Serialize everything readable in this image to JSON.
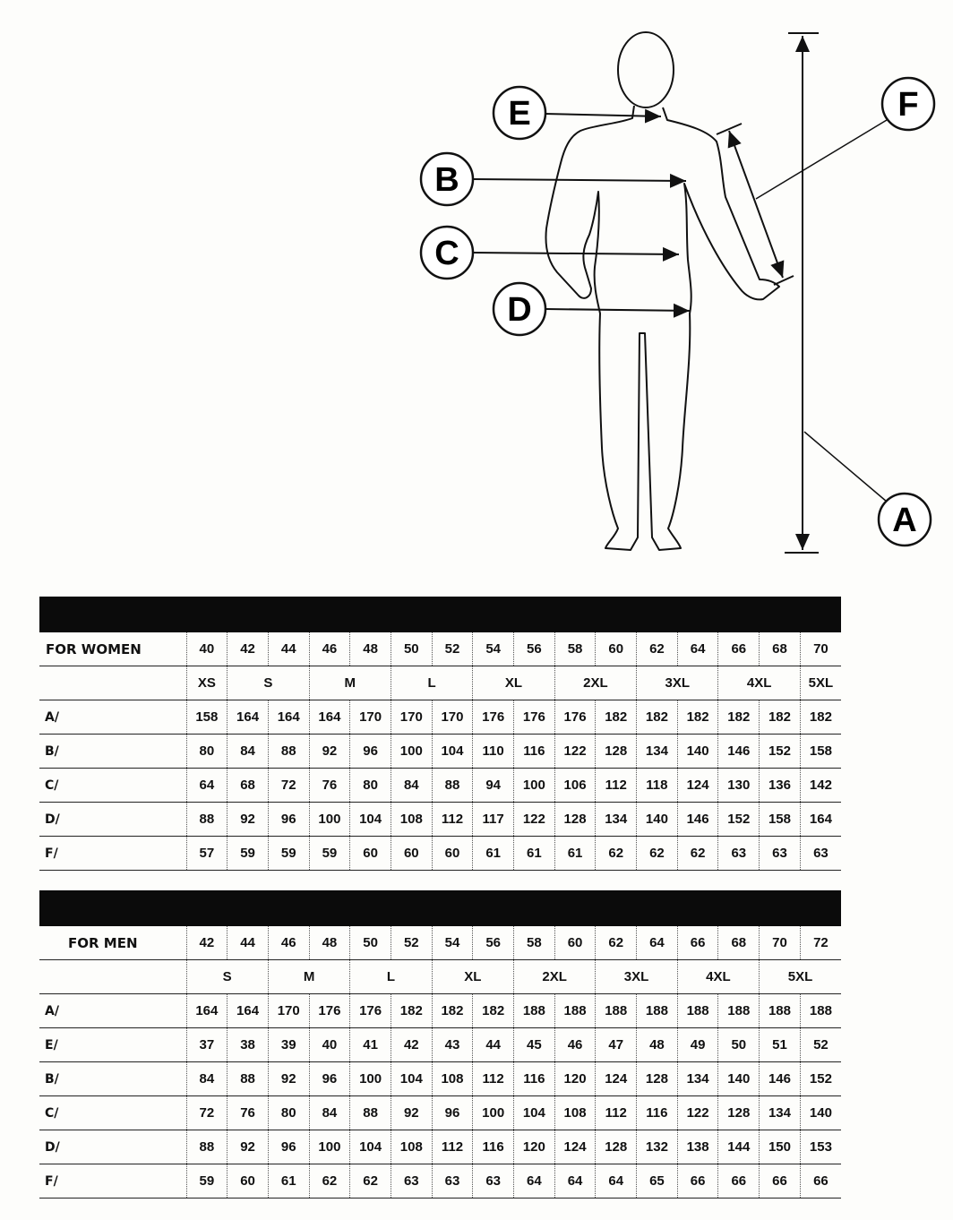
{
  "diagram": {
    "labels": {
      "a": "A",
      "b": "B",
      "c": "C",
      "d": "D",
      "e": "E",
      "f": "F"
    }
  },
  "women": {
    "title": "",
    "header_label": "FOR WOMEN",
    "numbers": [
      "40",
      "42",
      "44",
      "46",
      "48",
      "50",
      "52",
      "54",
      "56",
      "58",
      "60",
      "62",
      "64",
      "66",
      "68",
      "70"
    ],
    "sizes": [
      {
        "label": "XS",
        "span": 1
      },
      {
        "label": "S",
        "span": 2
      },
      {
        "label": "M",
        "span": 2
      },
      {
        "label": "L",
        "span": 2
      },
      {
        "label": "XL",
        "span": 2
      },
      {
        "label": "2XL",
        "span": 2
      },
      {
        "label": "3XL",
        "span": 2
      },
      {
        "label": "4XL",
        "span": 2
      },
      {
        "label": "5XL",
        "span": 1
      }
    ],
    "rows": [
      {
        "label": "A/",
        "values": [
          "158",
          "164",
          "164",
          "164",
          "170",
          "170",
          "170",
          "176",
          "176",
          "176",
          "182",
          "182",
          "182",
          "182",
          "182",
          "182"
        ]
      },
      {
        "label": "B/",
        "values": [
          "80",
          "84",
          "88",
          "92",
          "96",
          "100",
          "104",
          "110",
          "116",
          "122",
          "128",
          "134",
          "140",
          "146",
          "152",
          "158"
        ]
      },
      {
        "label": "C/",
        "values": [
          "64",
          "68",
          "72",
          "76",
          "80",
          "84",
          "88",
          "94",
          "100",
          "106",
          "112",
          "118",
          "124",
          "130",
          "136",
          "142"
        ]
      },
      {
        "label": "D/",
        "values": [
          "88",
          "92",
          "96",
          "100",
          "104",
          "108",
          "112",
          "117",
          "122",
          "128",
          "134",
          "140",
          "146",
          "152",
          "158",
          "164"
        ]
      },
      {
        "label": "F/",
        "values": [
          "57",
          "59",
          "59",
          "59",
          "60",
          "60",
          "60",
          "61",
          "61",
          "61",
          "62",
          "62",
          "62",
          "63",
          "63",
          "63"
        ]
      }
    ]
  },
  "men": {
    "title": "",
    "header_label": "FOR MEN",
    "numbers": [
      "42",
      "44",
      "46",
      "48",
      "50",
      "52",
      "54",
      "56",
      "58",
      "60",
      "62",
      "64",
      "66",
      "68",
      "70",
      "72"
    ],
    "sizes": [
      {
        "label": "S",
        "span": 2
      },
      {
        "label": "M",
        "span": 2
      },
      {
        "label": "L",
        "span": 2
      },
      {
        "label": "XL",
        "span": 2
      },
      {
        "label": "2XL",
        "span": 2
      },
      {
        "label": "3XL",
        "span": 2
      },
      {
        "label": "4XL",
        "span": 2
      },
      {
        "label": "5XL",
        "span": 2
      }
    ],
    "rows": [
      {
        "label": "A/",
        "values": [
          "164",
          "164",
          "170",
          "176",
          "176",
          "182",
          "182",
          "182",
          "188",
          "188",
          "188",
          "188",
          "188",
          "188",
          "188",
          "188"
        ]
      },
      {
        "label": "E/",
        "values": [
          "37",
          "38",
          "39",
          "40",
          "41",
          "42",
          "43",
          "44",
          "45",
          "46",
          "47",
          "48",
          "49",
          "50",
          "51",
          "52"
        ]
      },
      {
        "label": "B/",
        "values": [
          "84",
          "88",
          "92",
          "96",
          "100",
          "104",
          "108",
          "112",
          "116",
          "120",
          "124",
          "128",
          "134",
          "140",
          "146",
          "152"
        ]
      },
      {
        "label": "C/",
        "values": [
          "72",
          "76",
          "80",
          "84",
          "88",
          "92",
          "96",
          "100",
          "104",
          "108",
          "112",
          "116",
          "122",
          "128",
          "134",
          "140"
        ]
      },
      {
        "label": "D/",
        "values": [
          "88",
          "92",
          "96",
          "100",
          "104",
          "108",
          "112",
          "116",
          "120",
          "124",
          "128",
          "132",
          "138",
          "144",
          "150",
          "153"
        ]
      },
      {
        "label": "F/",
        "values": [
          "59",
          "60",
          "61",
          "62",
          "62",
          "63",
          "63",
          "63",
          "64",
          "64",
          "64",
          "65",
          "66",
          "66",
          "66",
          "66"
        ]
      }
    ]
  }
}
